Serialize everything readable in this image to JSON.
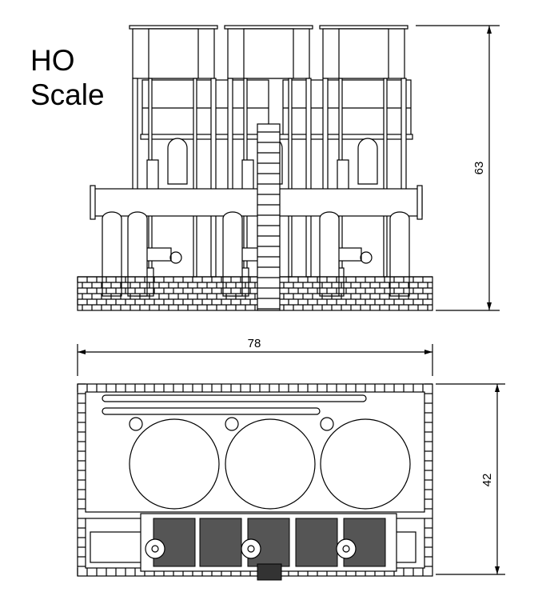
{
  "title": {
    "line1": "HO",
    "line2": "Scale"
  },
  "dimensions": {
    "height": "63",
    "width": "78",
    "depth": "42"
  },
  "views": [
    "front-elevation",
    "plan-view"
  ],
  "colors": {
    "line": "#000000",
    "background": "#ffffff"
  }
}
